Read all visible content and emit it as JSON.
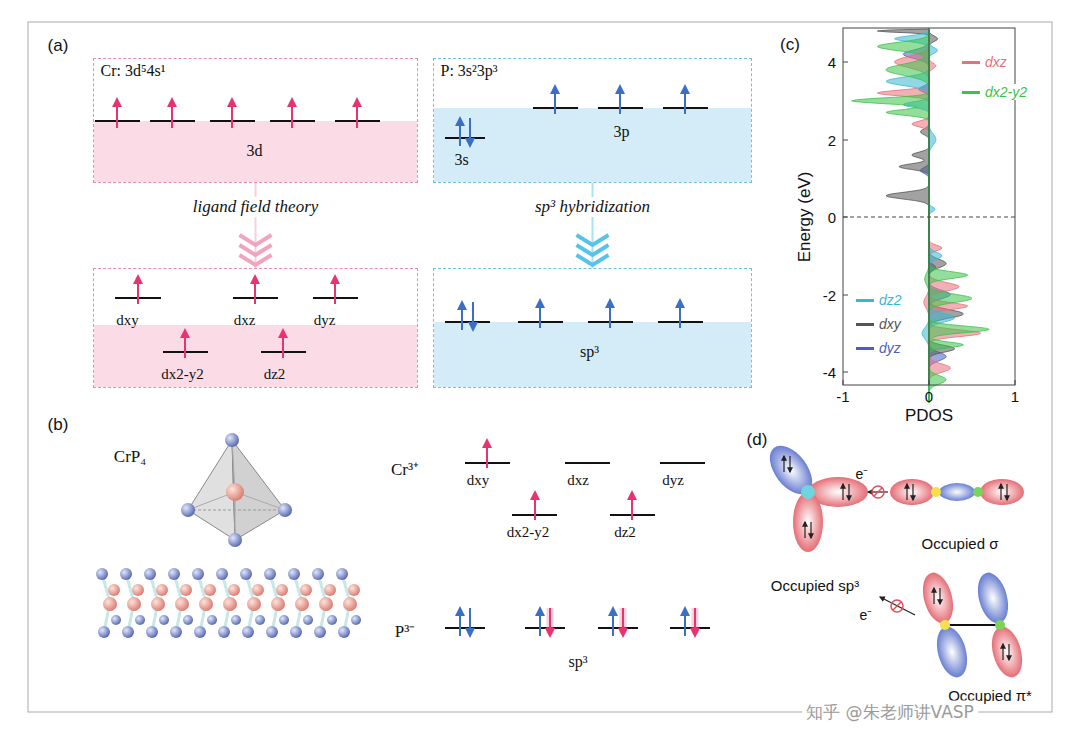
{
  "diagram": {
    "nodes": [
      {
        "text": [
          "Cr: 3d⁵4s¹",
          "3d"
        ]
      },
      {
        "text": [
          "P: 3s²3p³",
          "3s",
          "3p"
        ]
      },
      {
        "text": [
          "dxy",
          "dxz",
          "dyz",
          "dx2-y2",
          "dz2"
        ]
      },
      {
        "text": [
          "sp³"
        ]
      }
    ],
    "edges": [
      {
        "from": 0,
        "to": 2,
        "arrow": "to",
        "label": "ligand field theory"
      },
      {
        "from": 1,
        "to": 3,
        "arrow": "to",
        "label": "sp³ hybridization"
      }
    ],
    "labels": [
      "(a)",
      "(b)",
      "(c)",
      "(d)",
      "CrP₄",
      "Cr³⁺",
      "dxy",
      "dxz",
      "dyz",
      "dx2-y2",
      "dz2",
      "P³⁻",
      "sp³",
      "Energy (eV)",
      "4",
      "2",
      "0",
      "-2",
      "-4",
      "-1",
      "0",
      "1",
      "PDOS",
      "Occupied sp³",
      "e⁻",
      "Occupied σ",
      "e⁻",
      "Occupied π*",
      "知乎 @朱老师讲VASP"
    ],
    "legend": [
      {
        "text": "dxz",
        "color": "#e8707a"
      },
      {
        "text": "dx2-y2",
        "color": "#3cc24a"
      },
      {
        "text": "dz2",
        "color": "#3ab7d0"
      },
      {
        "text": "dxy",
        "color": "#555555"
      },
      {
        "text": "dyz",
        "color": "#4a5fc0"
      }
    ]
  }
}
